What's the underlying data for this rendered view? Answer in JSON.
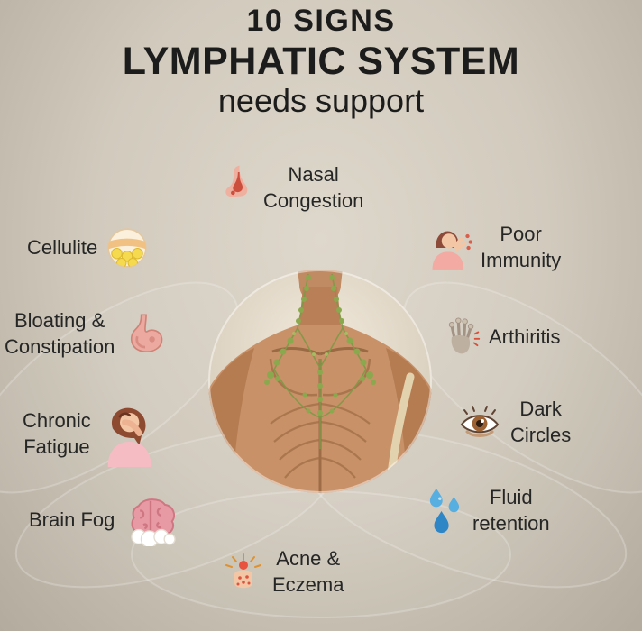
{
  "colors": {
    "background_center": "#ded7cb",
    "background_edge": "#b3ab9d",
    "title_text": "#1c1c1c",
    "label_text": "#262626",
    "lymph_green": "#8aa84e",
    "skin_tone": "#c89168",
    "drop_blue": "#57aee0"
  },
  "title": {
    "line1": "10 SIGNS",
    "line2": "LYMPHATIC SYSTEM",
    "line3": "needs support"
  },
  "signs": [
    {
      "label": "Nasal\nCongestion",
      "icon": "nose-icon"
    },
    {
      "label": "Cellulite",
      "icon": "skin-layer-icon"
    },
    {
      "label": "Poor\nImmunity",
      "icon": "sneezing-person-icon"
    },
    {
      "label": "Bloating &\nConstipation",
      "icon": "stomach-icon"
    },
    {
      "label": "Arthiritis",
      "icon": "hand-bones-icon"
    },
    {
      "label": "Chronic\nFatigue",
      "icon": "tired-woman-icon"
    },
    {
      "label": "Dark\nCircles",
      "icon": "eye-icon"
    },
    {
      "label": "Brain Fog",
      "icon": "brain-cloud-icon"
    },
    {
      "label": "Fluid\nretention",
      "icon": "water-drops-icon"
    },
    {
      "label": "Acne &\nEczema",
      "icon": "irritated-face-icon"
    }
  ]
}
